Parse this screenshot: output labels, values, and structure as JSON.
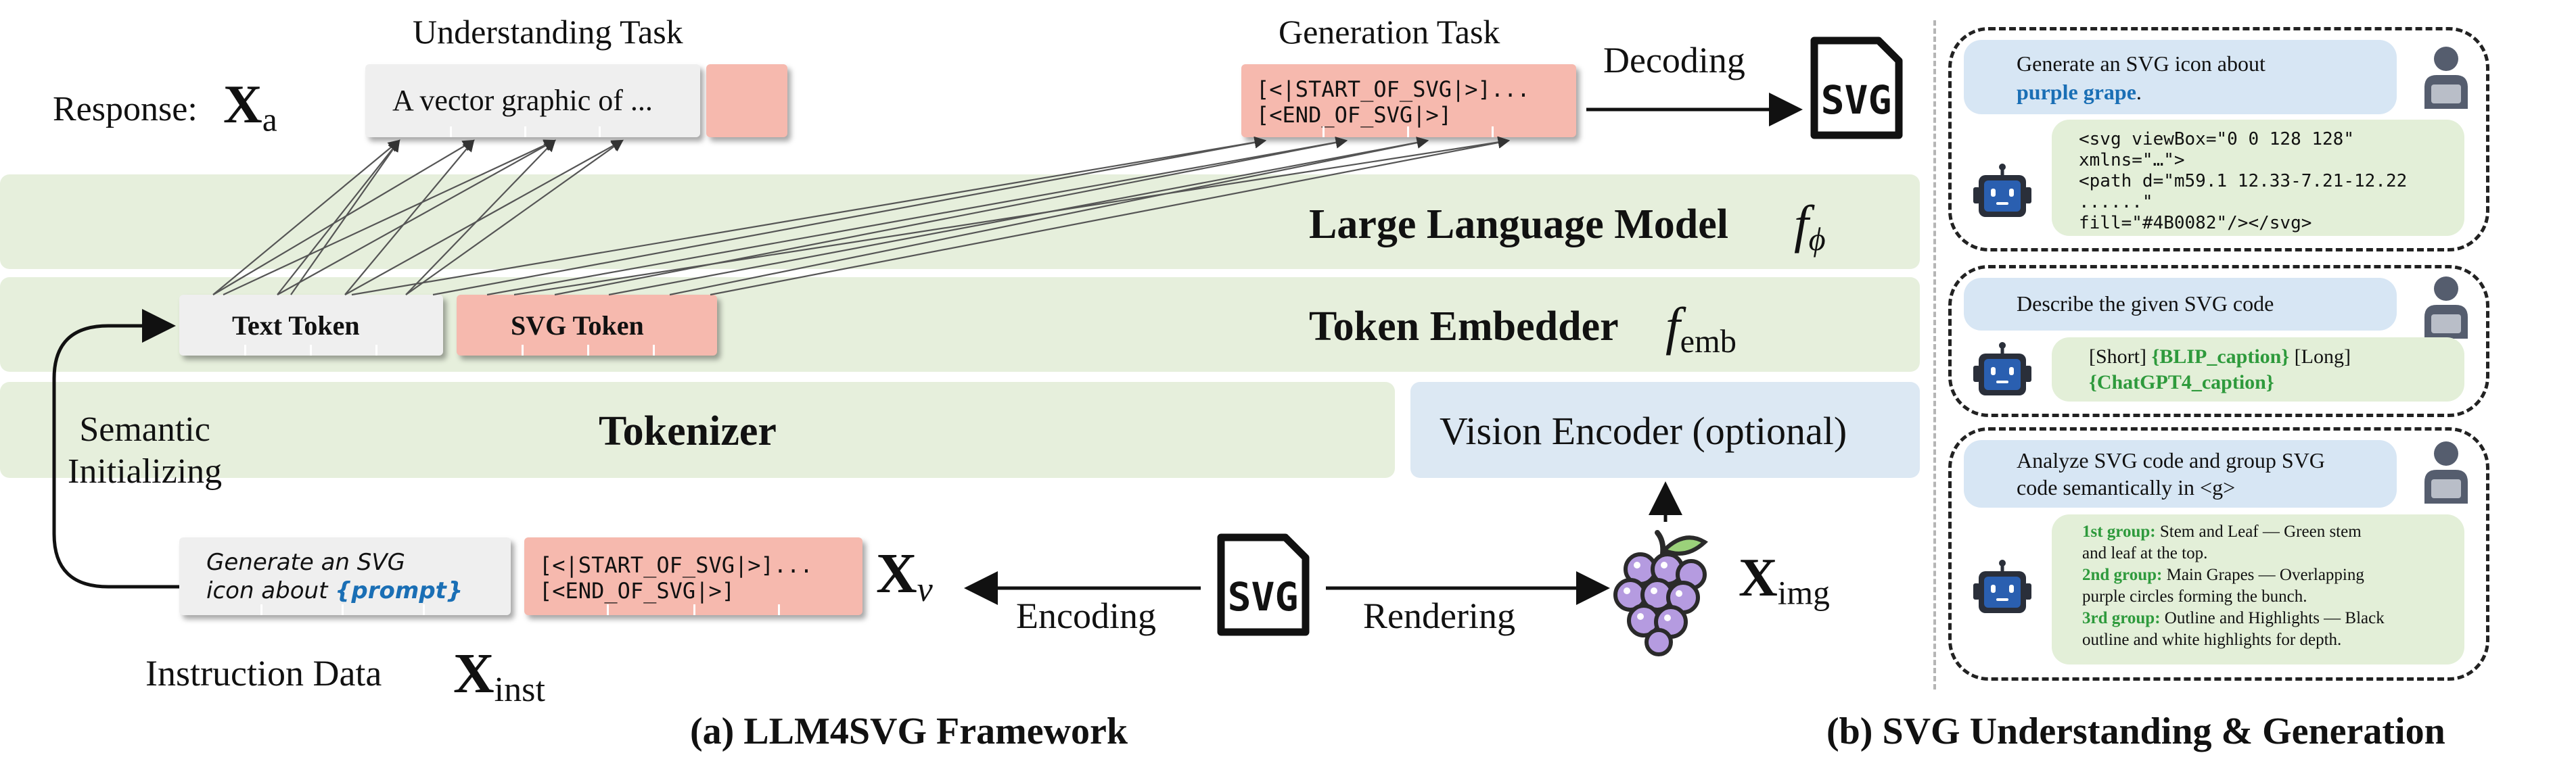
{
  "left": {
    "understanding_task": "Understanding Task",
    "generation_task": "Generation Task",
    "response_label": "Response:",
    "response_var": "X",
    "response_sub": "a",
    "response_text": "A vector graphic of ...",
    "gen_code_line1": "[<|START_OF_SVG|>]...",
    "gen_code_line2": "[<END_OF_SVG|>]",
    "decoding": "Decoding",
    "llm_label": "Large Language Model",
    "llm_var": "f",
    "llm_sub": "ϕ",
    "emb_label": "Token Embedder",
    "emb_var": "f",
    "emb_sub": "emb",
    "text_token": "Text Token",
    "svg_token": "SVG Token",
    "tokenizer": "Tokenizer",
    "vision_encoder": "Vision Encoder (optional)",
    "semantic_line1": "Semantic",
    "semantic_line2": "Initializing",
    "instr_line1": "Generate an SVG",
    "instr_line2a": "icon about ",
    "instr_prompt": "{prompt}",
    "instr_code_line1": "[<|START_OF_SVG|>]...",
    "instr_code_line2": "[<END_OF_SVG|>]",
    "xv_var": "X",
    "xv_sub": "v",
    "encoding": "Encoding",
    "rendering": "Rendering",
    "ximg_var": "X",
    "ximg_sub": "img",
    "instruction_data": "Instruction Data",
    "xinst_var": "X",
    "xinst_sub": "inst",
    "svg_glyph": "SVG",
    "caption": "(a) LLM4SVG Framework"
  },
  "right": {
    "panel1": {
      "user_line1": "Generate an SVG icon  about",
      "user_keyword": "purple grape",
      "user_tail": ".",
      "code": [
        "<svg viewBox=\"0 0 128 128\"",
        "xmlns=\"…\">",
        "<path d=\"m59.1 12.33-7.21-12.22",
        "......\"",
        "fill=\"#4B0082\"/></svg>"
      ]
    },
    "panel2": {
      "user_text": "Describe the given SVG code",
      "short_label": "[Short]",
      "blip": "{BLIP_caption}",
      "long_label": "[Long]",
      "gpt": "{ChatGPT4_caption}"
    },
    "panel3": {
      "user_line1": "Analyze SVG code and group SVG",
      "user_line2": "code semantically in <g>",
      "g1_label": "1st group:",
      "g1_text1": " Stem and Leaf — Green stem",
      "g1_text2": "and leaf at the top.",
      "g2_label": "2nd group:",
      "g2_text1": " Main Grapes — Overlapping",
      "g2_text2": "purple circles forming the bunch.",
      "g3_label": "3rd group:",
      "g3_text1": " Outline and Highlights — Black",
      "g3_text2": "outline and white highlights for depth."
    },
    "caption": "(b) SVG Understanding & Generation"
  },
  "colors": {
    "band_green": "#e6efdc",
    "band_blue": "#dce8f3",
    "token_pink": "#f6b9ae",
    "token_gray": "#efefef",
    "keyword_blue": "#1a6fb5",
    "keyword_green": "#2e9a3c",
    "grape_purple": "#b59be0",
    "robot_blue": "#2a5fb0",
    "user_gray": "#555d6e"
  },
  "icons": [
    "svg-file-icon",
    "grape-icon",
    "user-avatar-icon",
    "robot-icon"
  ]
}
